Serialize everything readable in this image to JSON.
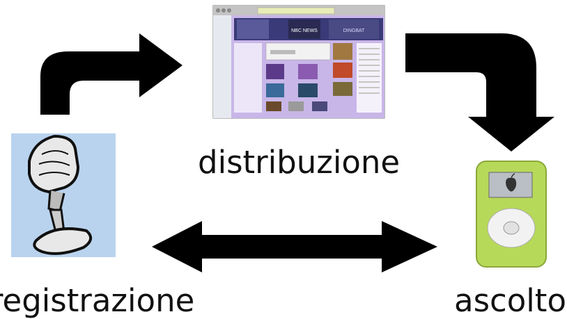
{
  "labels": {
    "distribution": "distribuzione",
    "recording": "registrazione",
    "listening": "ascolto"
  },
  "screenshot_banners": [
    "NBC NEWS",
    "DINGBAT"
  ],
  "colors": {
    "arrow": "#000000",
    "mic_background": "#b9d3ee",
    "itunes_purple": "#a58fd6",
    "ipod_green": "#b7d95a",
    "ipod_screen": "#b9bfc4"
  },
  "icons": [
    "microphone-icon",
    "itunes-store-window",
    "ipod-mini-icon"
  ]
}
